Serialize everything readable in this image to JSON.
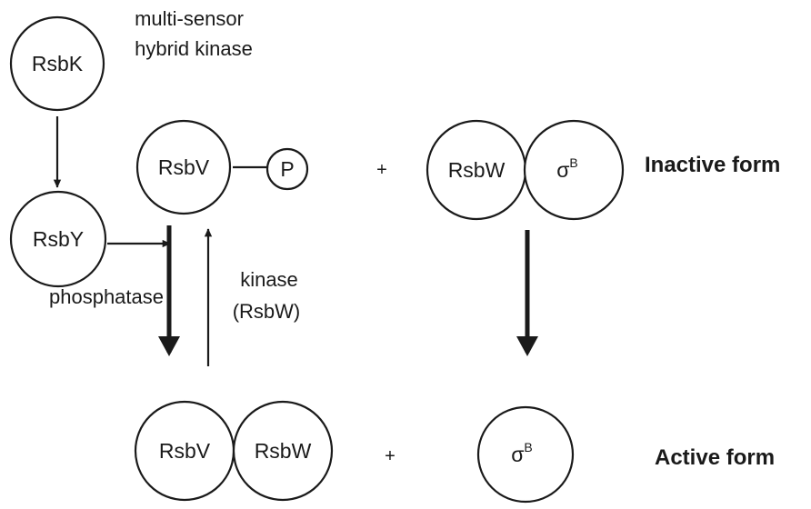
{
  "nodes": {
    "rsbk": "RsbK",
    "rsby": "RsbY",
    "rsbv_top": "RsbV",
    "phosphate": "P",
    "rsbw_top": "RsbW",
    "sigma_top": "σ",
    "sigma_top_sup": "B",
    "rsbv_bottom": "RsbV",
    "rsbw_bottom": "RsbW",
    "sigma_bottom": "σ",
    "sigma_bottom_sup": "B"
  },
  "annotations": {
    "rsbk_line1": "multi-sensor",
    "rsbk_line2": "hybrid kinase",
    "rsby_role": "phosphatase",
    "kinase_line1": "kinase",
    "kinase_line2": "(RsbW)"
  },
  "plus_signs": {
    "top": "+",
    "bottom": "+"
  },
  "states": {
    "inactive": "Inactive form",
    "active": "Active form"
  }
}
